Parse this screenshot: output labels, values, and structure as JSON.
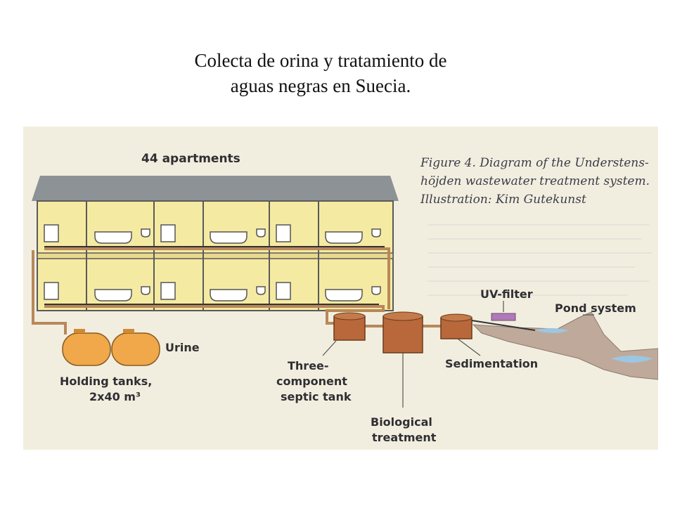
{
  "title": {
    "line1": "Colecta de orina y tratamiento de",
    "line2": "aguas negras en Suecia."
  },
  "figure": {
    "caption": {
      "line1": "Figure 4. Diagram of the Understens-",
      "line2": "höjden wastewater treatment system.",
      "line3": "Illustration: Kim Gutekunst"
    },
    "labels": {
      "apartments": "44 apartments",
      "urine": "Urine",
      "holding_tanks_1": "Holding tanks,",
      "holding_tanks_2": "2x40 m³",
      "septic_1": "Three-",
      "septic_2": "component",
      "septic_3": "septic tank",
      "biological_1": "Biological",
      "biological_2": "treatment",
      "sedimentation": "Sedimentation",
      "uv_filter": "UV-filter",
      "pond_system": "Pond system"
    },
    "colors": {
      "background": "#f2eedf",
      "apartment_fill": "#f5eaa2",
      "roof": "#8d9296",
      "pipe": "#b8885a",
      "holding_tank": "#f0a84b",
      "treatment_tank": "#b8683a",
      "uv_filter": "#b07ab8",
      "ground": "#bfa99a",
      "water": "#9cc6e2"
    }
  }
}
